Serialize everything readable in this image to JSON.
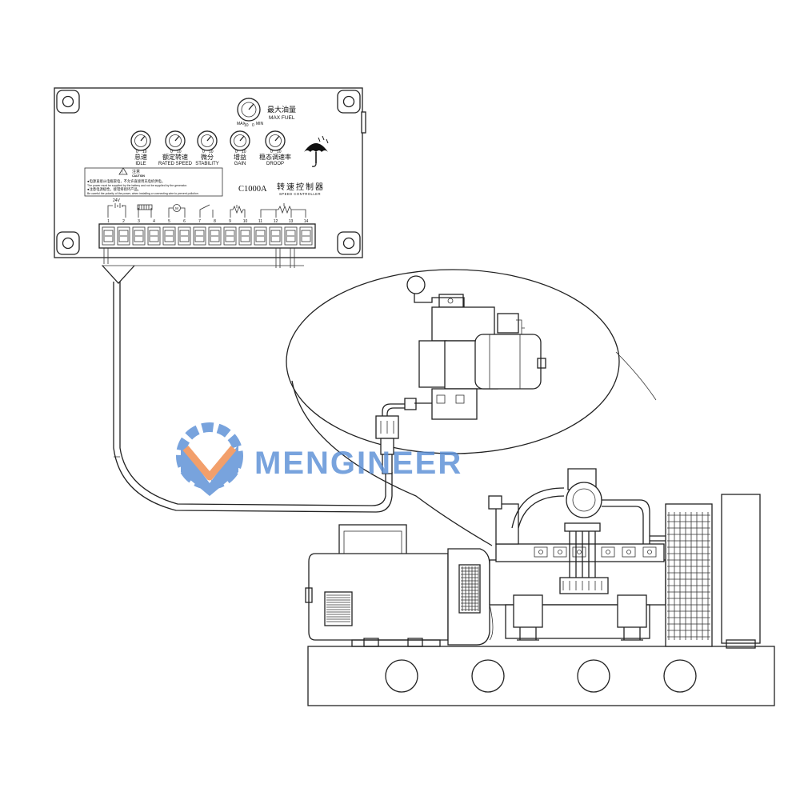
{
  "controller": {
    "knobs": [
      {
        "cn": "怠速",
        "en": "IDLE"
      },
      {
        "cn": "额定转速",
        "en": "RATED SPEED"
      },
      {
        "cn": "微分",
        "en": "STABILITY"
      },
      {
        "cn": "增益",
        "en": "GAIN"
      },
      {
        "cn": "稳态调速率",
        "en": "DROOP"
      }
    ],
    "knob_scale": {
      "min": "0",
      "max": "10"
    },
    "max_fuel": {
      "cn": "最大油量",
      "en": "MAX FUEL",
      "min": "MIN",
      "max": "MAX",
      "scale_low": "0",
      "scale_high": "10"
    },
    "warning": {
      "title_cn": "注意",
      "title_en": "CAUTION",
      "line1_cn": "●电源直接从电瓶取电，不允许直接用充电机供电。",
      "line1_en": "The power must be supplied by the battery and not be supplied by the generator.",
      "line2_cn": "●注意电源极性，接错将损坏产品。",
      "line2_en": "Be careful the polarity of the power, when installing or connecting wire to prevent pollution."
    },
    "model": "C1000A",
    "name_cn": "转速控制器",
    "name_en": "SPEED CONTROLLER",
    "supply_label": "24V",
    "terminals": [
      "1",
      "2",
      "3",
      "4",
      "5",
      "6",
      "7",
      "8",
      "9",
      "10",
      "11",
      "12",
      "13",
      "14"
    ]
  },
  "watermark": {
    "text": "MENGINEER",
    "color": "#5b8fd6",
    "accent": "#f08a4b"
  },
  "colors": {
    "line": "#222222",
    "background": "#ffffff"
  }
}
